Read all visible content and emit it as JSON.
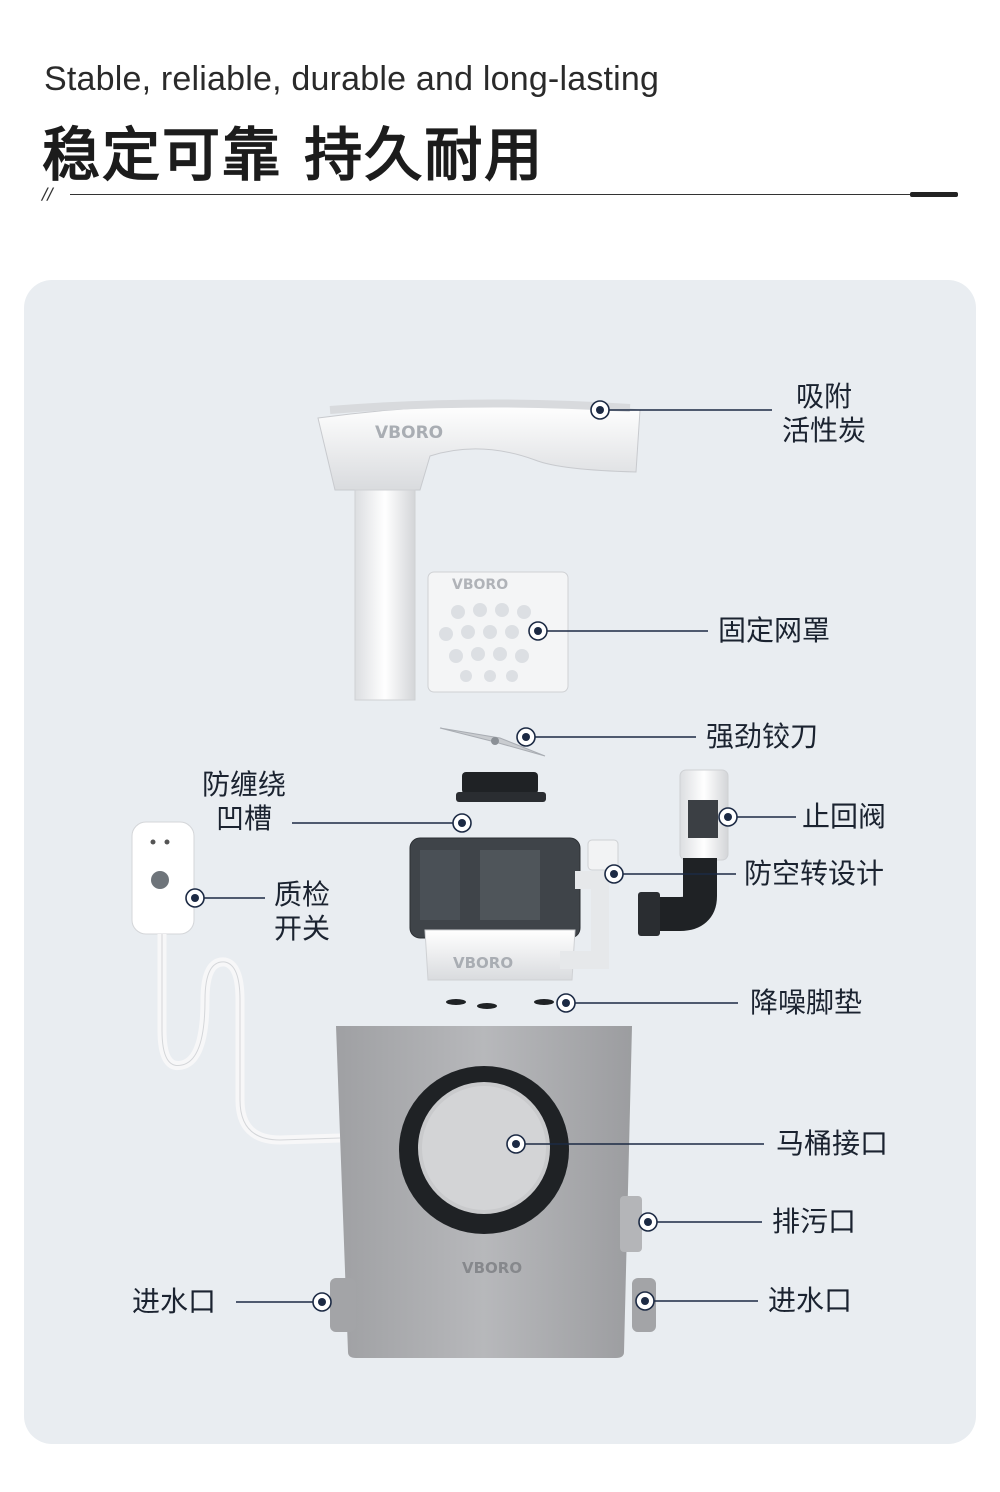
{
  "header": {
    "subtitle": "Stable, reliable, durable and long-lasting",
    "title": "稳定可靠 持久耐用",
    "divider_mark": "//"
  },
  "product": {
    "brand": "VBORO"
  },
  "callouts": {
    "carbon": [
      "吸附",
      "活性炭"
    ],
    "mesh": "固定网罩",
    "blade": "强劲铰刀",
    "groove": [
      "防缠绕",
      "凹槽"
    ],
    "check_valve": "止回阀",
    "anti_dry": "防空转设计",
    "switch": [
      "质检",
      "开关"
    ],
    "feet": "降噪脚垫",
    "toilet_port": "马桶接口",
    "outlet": "排污口",
    "inlet_left": "进水口",
    "inlet_right": "进水口"
  },
  "colors": {
    "accent_line": "#1c2a44",
    "panel_bg": "#e9edf1",
    "tank_gray": "#a9aaad"
  }
}
